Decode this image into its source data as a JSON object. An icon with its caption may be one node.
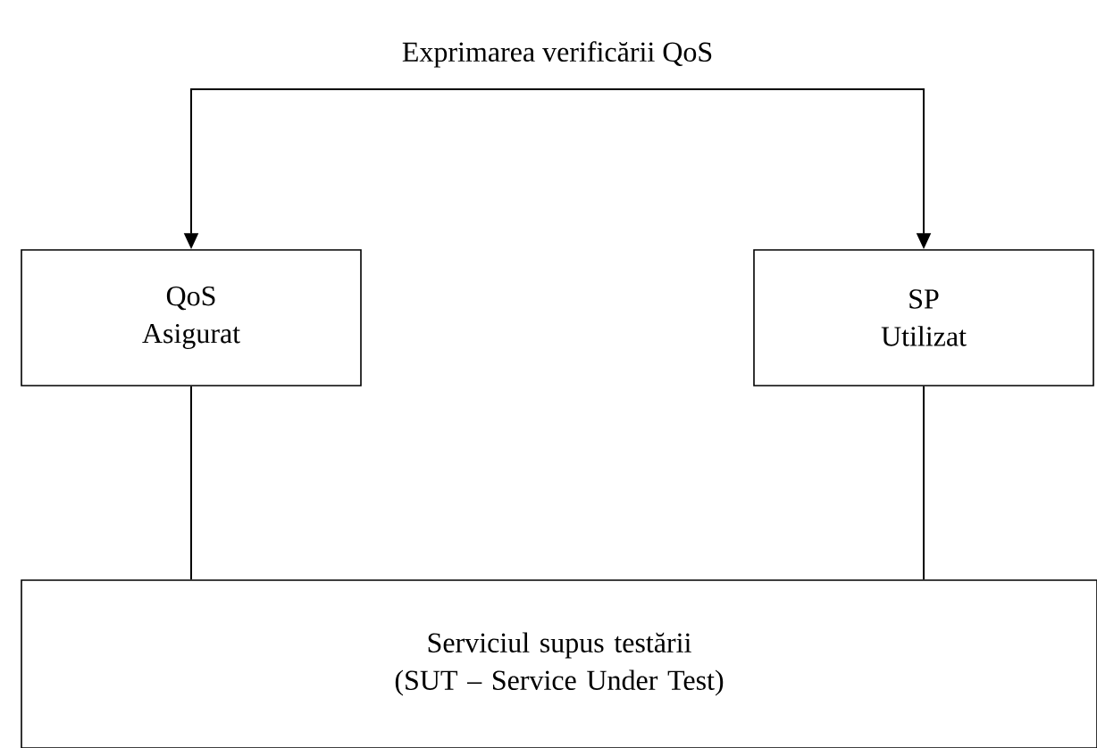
{
  "diagram": {
    "nodes": [
      {
        "text": [
          "QoS Asigurat"
        ]
      },
      {
        "text": [
          "SP Utilizat"
        ]
      },
      {
        "text": [
          "Serviciul supus testării (SUT – Service Under Test)"
        ]
      }
    ],
    "edges": [
      {
        "from": 0,
        "to": 1,
        "arrow": "both",
        "label": "Exprimarea verificării QoS"
      },
      {
        "from": 0,
        "to": 2,
        "arrow": "none"
      },
      {
        "from": 1,
        "to": 2,
        "arrow": "none"
      }
    ]
  }
}
